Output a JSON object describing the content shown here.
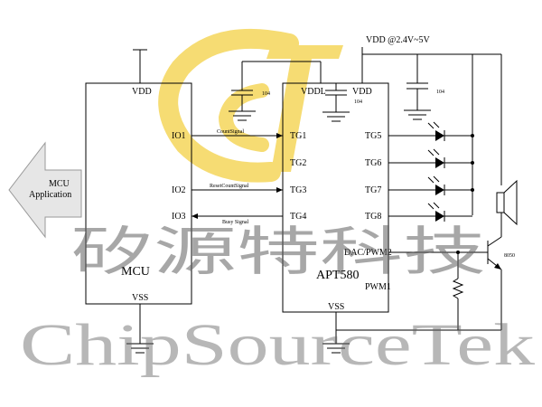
{
  "supply": {
    "label": "VDD @2.4V~5V"
  },
  "mcu": {
    "name": "MCU",
    "vdd": "VDD",
    "vss": "VSS",
    "io1": "IO1",
    "io2": "IO2",
    "io3": "IO3"
  },
  "apt": {
    "name": "APT580",
    "vddl": "VDDL",
    "vdd": "VDD",
    "vss": "VSS",
    "tg1": "TG1",
    "tg2": "TG2",
    "tg3": "TG3",
    "tg4": "TG4",
    "tg5": "TG5",
    "tg6": "TG6",
    "tg7": "TG7",
    "tg8": "TG8",
    "dac": "DAC/PWM2",
    "pwm1": "PWM1"
  },
  "signals": {
    "count": "CountSignal",
    "reset": "ResetCountSignal",
    "busy": "Busy Signal"
  },
  "caps": {
    "c1": "104",
    "c2": "104",
    "c3": "104"
  },
  "transistor": {
    "label": "8050"
  },
  "app_arrow": {
    "line1": "MCU",
    "line2": "Application"
  },
  "watermark": {
    "chinese": "矽源特科技",
    "english": "ChipSourceTek"
  },
  "colors": {
    "logo": "#f6dc73",
    "arrow_fill": "#e6e6e6",
    "watermark": "#5f5f5f"
  }
}
